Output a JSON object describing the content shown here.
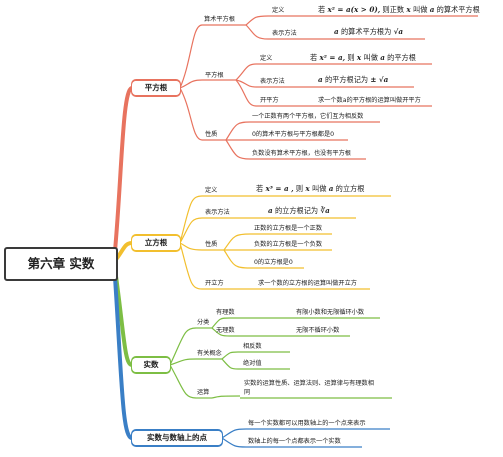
{
  "root": {
    "title": "第六章 实数"
  },
  "branches": {
    "pingfanggen": {
      "label": "平方根",
      "color": "#e8735f",
      "arith_root": {
        "label": "算术平方根",
        "definition": {
          "label": "定义",
          "text_if": "若",
          "formula": "x² = a(x > 0),",
          "text_then": "则正数",
          "var_x": "x",
          "text_called": "叫做",
          "var_a": "a",
          "text_name": "的算术平方根"
        },
        "notation": {
          "label": "表示方法",
          "var_a": "a",
          "text": "的算术平方根为",
          "symbol": "√a"
        }
      },
      "square_root": {
        "label": "平方根",
        "definition": {
          "label": "定义",
          "text_if": "若",
          "formula": "x² = a,",
          "text_then": "则",
          "var_x": "x",
          "text_called": "叫做",
          "var_a": "a",
          "text_name": "的平方根"
        },
        "notation": {
          "label": "表示方法",
          "var_a": "a",
          "text": "的平方根记为",
          "symbol": "± √a"
        },
        "kaipingfang": {
          "label": "开平方",
          "text": "求一个数a的平方根的运算叫做开平方"
        }
      },
      "properties": {
        "label": "性质",
        "items": [
          "一个正数有两个平方根，它们互为相反数",
          "0的算术平方根与平方根都是0",
          "负数没有算术平方根，也没有平方根"
        ]
      }
    },
    "lifanggen": {
      "label": "立方根",
      "color": "#f2bf2e",
      "definition": {
        "label": "定义",
        "text_if": "若",
        "formula": "x³ = a ,",
        "text_then": "则",
        "var_x": "x",
        "text_called": "叫做",
        "var_a": "a",
        "text_name": "的立方根"
      },
      "notation": {
        "label": "表示方法",
        "var_a": "a",
        "text": "的立方根记为",
        "symbol": "∛a"
      },
      "properties": {
        "label": "性质",
        "items": [
          "正数的立方根是一个正数",
          "负数的立方根是一个负数",
          "0的立方根是0"
        ]
      },
      "kailifang": {
        "label": "开立方",
        "text": "求一个数的立方根的运算叫做开立方"
      }
    },
    "shishu": {
      "label": "实数",
      "color": "#7dbe44",
      "classification": {
        "label": "分类",
        "rational": {
          "label": "有理数",
          "text": "有限小数和无限循环小数"
        },
        "irrational": {
          "label": "无理数",
          "text": "无限不循环小数"
        }
      },
      "concepts": {
        "label": "有关概念",
        "items": [
          "相反数",
          "绝对值"
        ]
      },
      "operations": {
        "label": "运算",
        "text_line1": "实数的运算性质、运算法则、运算律与有理数相",
        "text_line2": "同"
      }
    },
    "shuzhou": {
      "label": "实数与数轴上的点",
      "color": "#3a7fc6",
      "items": [
        "每一个实数都可以用数轴上的一个点来表示",
        "数轴上的每一个点都表示一个实数"
      ]
    }
  }
}
